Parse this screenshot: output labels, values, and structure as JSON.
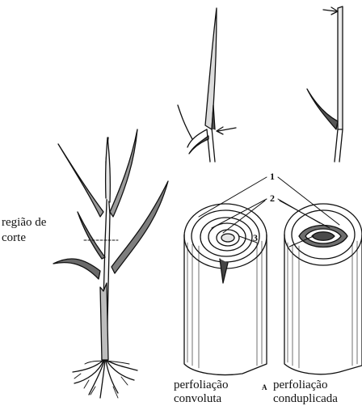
{
  "labels": {
    "cut_region_line1": "região de",
    "cut_region_line2": "corte",
    "perf_left_line1": "perfoliação",
    "perf_left_line2": "convoluta",
    "perf_right_line1": "perfoliação",
    "perf_right_line2": "conduplicada"
  },
  "callouts": {
    "one": "1",
    "two": "2",
    "three": "3",
    "fig": "A"
  }
}
